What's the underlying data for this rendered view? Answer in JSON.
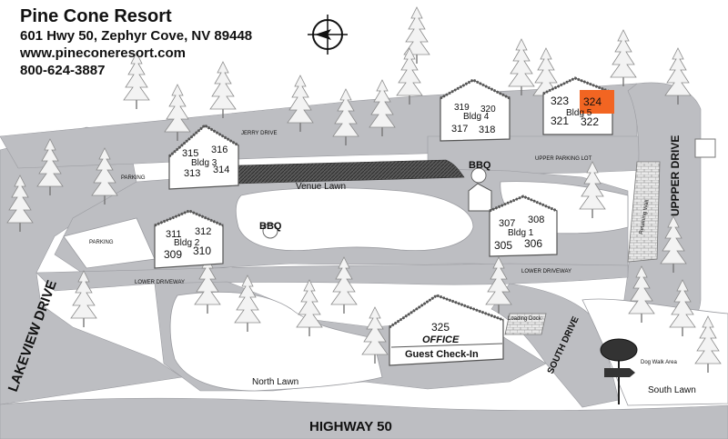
{
  "header": {
    "name": "Pine Cone Resort",
    "address": "601 Hwy 50, Zephyr Cove, NV 89448",
    "website": "www.pineconeresort.com",
    "phone": "800-624-3887"
  },
  "buildings": {
    "bldg3": {
      "label": "Bldg 3",
      "units": [
        "315",
        "316",
        "313",
        "314"
      ]
    },
    "bldg4": {
      "label": "Bldg 4",
      "units": [
        "319",
        "320",
        "317",
        "318"
      ]
    },
    "bldg5": {
      "label": "Bldg 5",
      "units": [
        "323",
        "324",
        "321",
        "322"
      ],
      "highlighted_unit": "324",
      "highlight_color": "#f26522"
    },
    "bldg2": {
      "label": "Bldg 2",
      "units": [
        "311",
        "312",
        "309",
        "310"
      ]
    },
    "bldg1": {
      "label": "Bldg 1",
      "units": [
        "307",
        "308",
        "305",
        "306"
      ]
    },
    "office": {
      "number": "325",
      "title": "OFFICE",
      "subtitle": "Guest Check-In"
    }
  },
  "labels": {
    "jerry_drive": "JERRY DRIVE",
    "upper_parking_lot": "UPPER PARKING LOT",
    "upper_drive": "UPPPER DRIVE",
    "parking_1": "PARKING",
    "parking_2": "PARKING",
    "venue_lawn": "Venue Lawn",
    "bbq_1": "BBQ",
    "bbq_2": "BBQ",
    "retaining_wall": "Retaining Wall",
    "lower_driveway_1": "LOWER DRIVEWAY",
    "lower_driveway_2": "LOWER DRIVEWAY",
    "lakeview_drive": "LAKEVIEW DRIVE",
    "loading_dock": "Loading Dock",
    "north_lawn": "North Lawn",
    "south_drive": "SOUTH DRIVE",
    "dog_walk_area": "Dog Walk Area",
    "south_lawn": "South Lawn",
    "highway_50": "HIGHWAY 50"
  },
  "colors": {
    "road": "#bdbec2",
    "ground": "#ffffff",
    "building_face": "#ffffff",
    "venue_lawn_hatch": "#4a4a4a"
  },
  "icons": [
    "compass-icon",
    "pine-tree-icon",
    "bbq-icon",
    "resort-sign-icon"
  ]
}
